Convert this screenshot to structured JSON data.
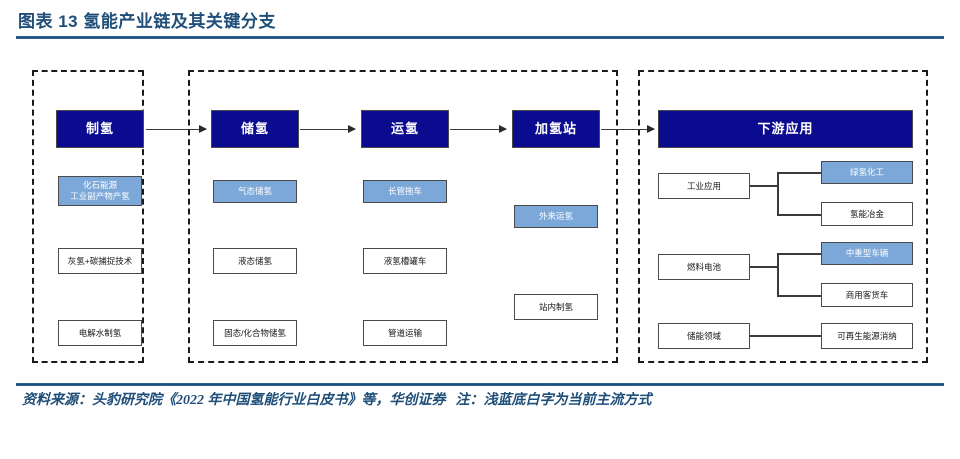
{
  "title": "图表 13  氢能产业链及其关键分支",
  "accent_color": "#1f4e79",
  "colors": {
    "header_navy": "#0b0b8f",
    "highlight_light_blue": "#7ba7d9",
    "plain_white": "#ffffff",
    "border_gray": "#4a4a4a"
  },
  "diagram": {
    "type": "value-chain-flow",
    "regions": [
      {
        "name": "region-production",
        "stage_index": 0
      },
      {
        "name": "region-storage-transport-refuel",
        "stage_index": 1
      },
      {
        "name": "region-downstream",
        "stage_index": 2
      }
    ],
    "stages": [
      {
        "id": "production",
        "header": "制氢",
        "items": [
          {
            "label": "化石能源\n工业副产物产氢",
            "style": "light-blue"
          },
          {
            "label": "灰氢+碳捕捉技术",
            "style": "white"
          },
          {
            "label": "电解水制氢",
            "style": "white"
          }
        ]
      },
      {
        "id": "storage",
        "header": "储氢",
        "items": [
          {
            "label": "气态储氢",
            "style": "light-blue"
          },
          {
            "label": "液态储氢",
            "style": "white"
          },
          {
            "label": "固态/化合物储氢",
            "style": "white"
          }
        ]
      },
      {
        "id": "transport",
        "header": "运氢",
        "items": [
          {
            "label": "长管拖车",
            "style": "light-blue"
          },
          {
            "label": "液氢槽罐车",
            "style": "white"
          },
          {
            "label": "管道运输",
            "style": "white"
          }
        ]
      },
      {
        "id": "refueling",
        "header": "加氢站",
        "items": [
          {
            "label": "外来运氢",
            "style": "light-blue"
          },
          {
            "label": "站内制氢",
            "style": "white"
          }
        ]
      },
      {
        "id": "downstream",
        "header": "下游应用",
        "branches": [
          {
            "parent": "工业应用",
            "children": [
              {
                "label": "绿氢化工",
                "style": "light-blue"
              },
              {
                "label": "氢能冶金",
                "style": "white"
              }
            ]
          },
          {
            "parent": "燃料电池",
            "children": [
              {
                "label": "中重型车辆",
                "style": "light-blue"
              },
              {
                "label": "商用客货车",
                "style": "white"
              }
            ]
          },
          {
            "parent": "储能领域",
            "children": [
              {
                "label": "可再生能源消纳",
                "style": "white"
              }
            ]
          }
        ]
      }
    ]
  },
  "footer": {
    "source": "资料来源：头豹研究院《2022 年中国氢能行业白皮书》等，华创证券",
    "note": "注：浅蓝底白字为当前主流方式"
  }
}
